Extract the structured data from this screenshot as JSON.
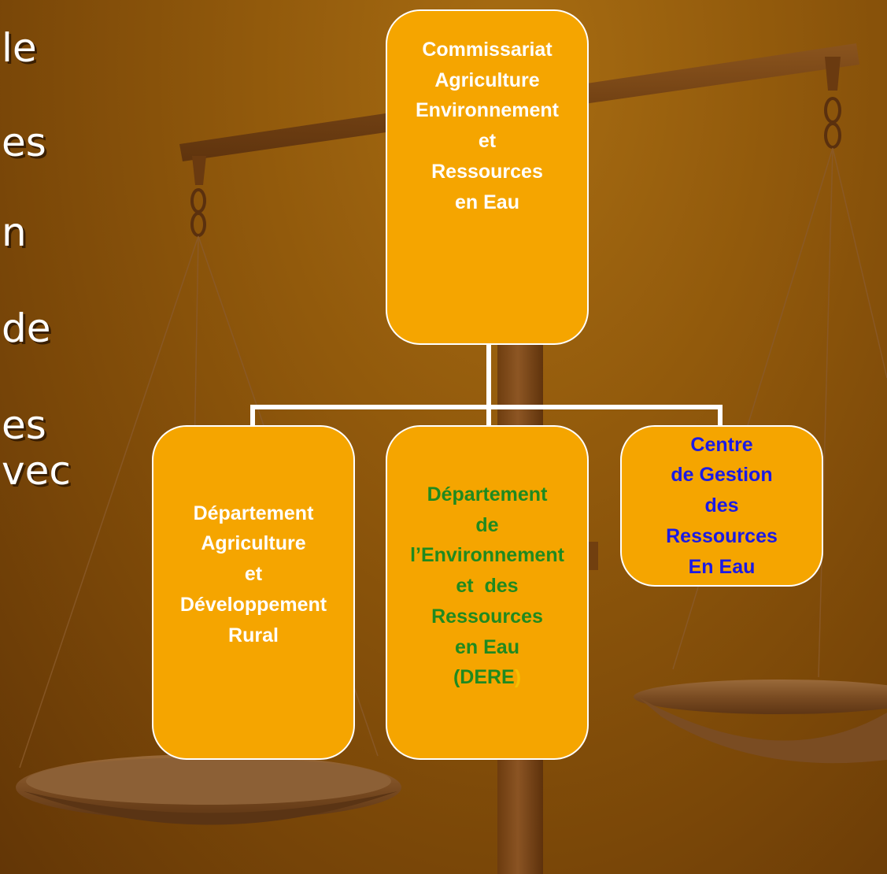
{
  "left_text": [
    "le",
    "es",
    "n",
    "de",
    "es",
    "vec"
  ],
  "org_chart": {
    "top": {
      "text": "Commissariat\nAgriculture\nEnvironnement\net\nRessources\nen Eau",
      "color": "#ffffff"
    },
    "children": [
      {
        "text": "Département\nAgriculture\net\nDéveloppement\nRural",
        "color": "#ffffff"
      },
      {
        "text": "Département\nde\nl’Environnement\net  des\nRessources\nen Eau\n(DERE",
        "closing": ")",
        "color": "#1f8a1f",
        "closing_color": "#f5c000"
      },
      {
        "text": "Centre\nde Gestion\ndes\nRessources\nEn Eau",
        "color": "#1a1ae6"
      }
    ]
  },
  "colors": {
    "background": "#925a0c",
    "box_fill": "#f5a500",
    "connector": "#ffffff"
  }
}
